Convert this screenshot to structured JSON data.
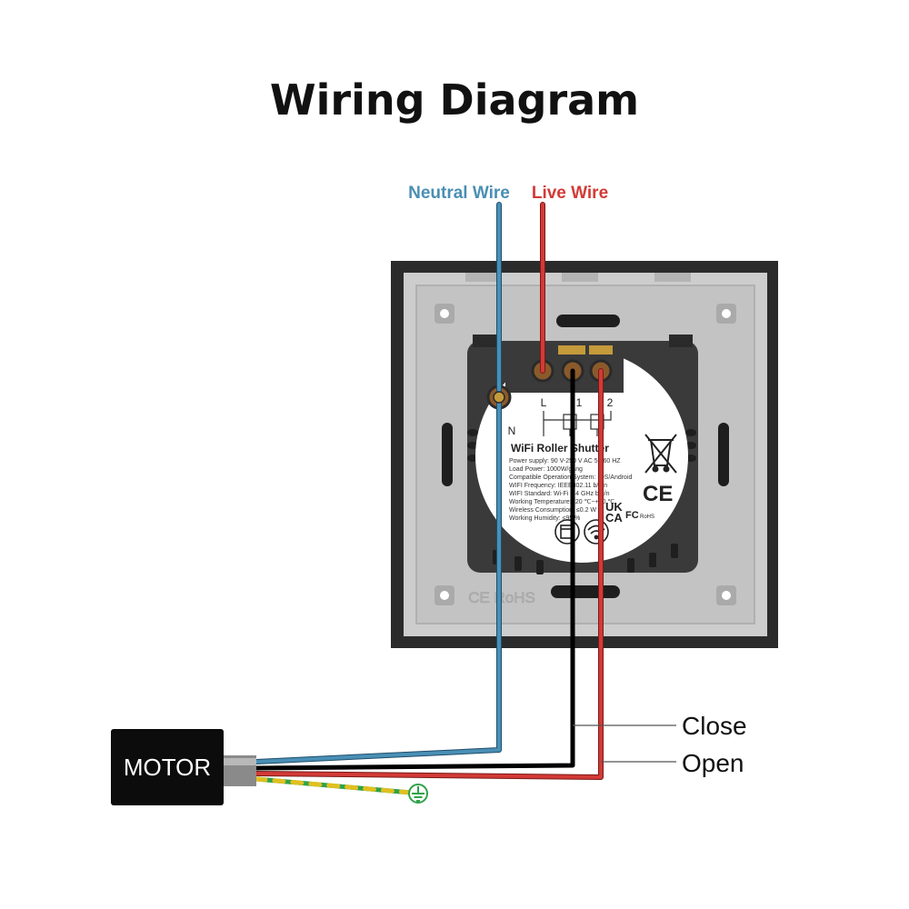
{
  "title": "Wiring Diagram",
  "labels": {
    "neutral_wire": "Neutral Wire",
    "live_wire": "Live Wire",
    "close": "Close",
    "open": "Open",
    "motor": "MOTOR"
  },
  "terminals": {
    "l": "L",
    "t1": "1",
    "t2": "2",
    "n": "N"
  },
  "module": {
    "name": "WiFi Roller Shutter",
    "specs": [
      "Power supply: 90 V-250 V AC 50/60 HZ",
      "Load Power: 1000W/gang",
      "Compatible Operation System: IOS/Android",
      "WIFI Frequency: IEEE802.11 b/g/n",
      "WIFI Standard: Wi-Fi 2.4 GHz b/g/n",
      "Working Temperature: -20 ℃~+60 ℃",
      "Wireless Consumption: ≤0.2 W",
      "Working Humidity: ≤95 %"
    ],
    "certs": {
      "uk": "UK",
      "ca": "CA",
      "fc": "FC",
      "rohs": "RoHS",
      "ce": "CE"
    }
  },
  "frame_marks": "CE RoHS",
  "colors": {
    "neutral": "#4a8fb5",
    "live": "#d23a36",
    "close_wire": "#1a1a1a",
    "earth_green": "#2fa24a",
    "earth_yellow": "#e0c020",
    "frame": "#2b2b2b",
    "plate": "#c9c9c9",
    "module": "#3a3a3a"
  },
  "icons": {
    "earth": "earth-ground-icon",
    "weee": "crossed-bin-icon",
    "wifi": "wifi-icon",
    "door": "cabinet-icon"
  }
}
